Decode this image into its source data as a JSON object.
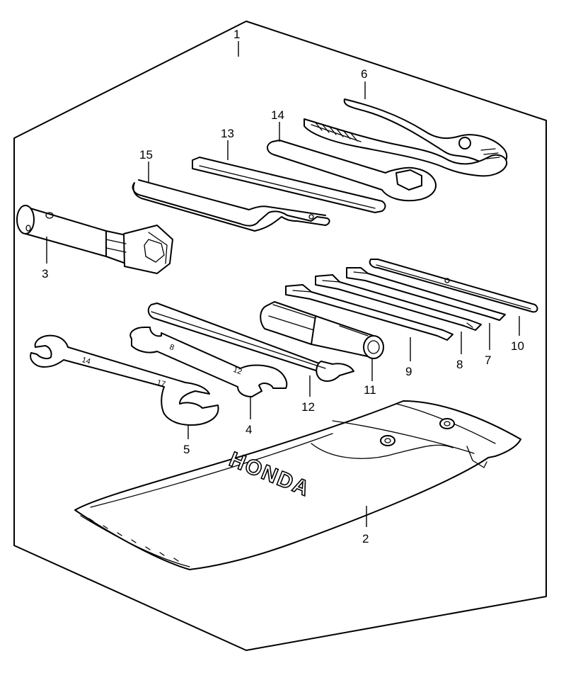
{
  "diagram": {
    "brand_text": "HONDA",
    "callouts": [
      {
        "id": "1",
        "label": "1"
      },
      {
        "id": "2",
        "label": "2"
      },
      {
        "id": "3",
        "label": "3"
      },
      {
        "id": "4",
        "label": "4"
      },
      {
        "id": "5",
        "label": "5"
      },
      {
        "id": "6",
        "label": "6"
      },
      {
        "id": "7",
        "label": "7"
      },
      {
        "id": "8",
        "label": "8"
      },
      {
        "id": "9",
        "label": "9"
      },
      {
        "id": "10",
        "label": "10"
      },
      {
        "id": "11",
        "label": "11"
      },
      {
        "id": "12",
        "label": "12"
      },
      {
        "id": "13",
        "label": "13"
      },
      {
        "id": "14",
        "label": "14"
      },
      {
        "id": "15",
        "label": "15"
      }
    ],
    "wrench_stamps": {
      "large_a": "14",
      "large_b": "17",
      "small_a": "8",
      "small_b": "12"
    }
  }
}
